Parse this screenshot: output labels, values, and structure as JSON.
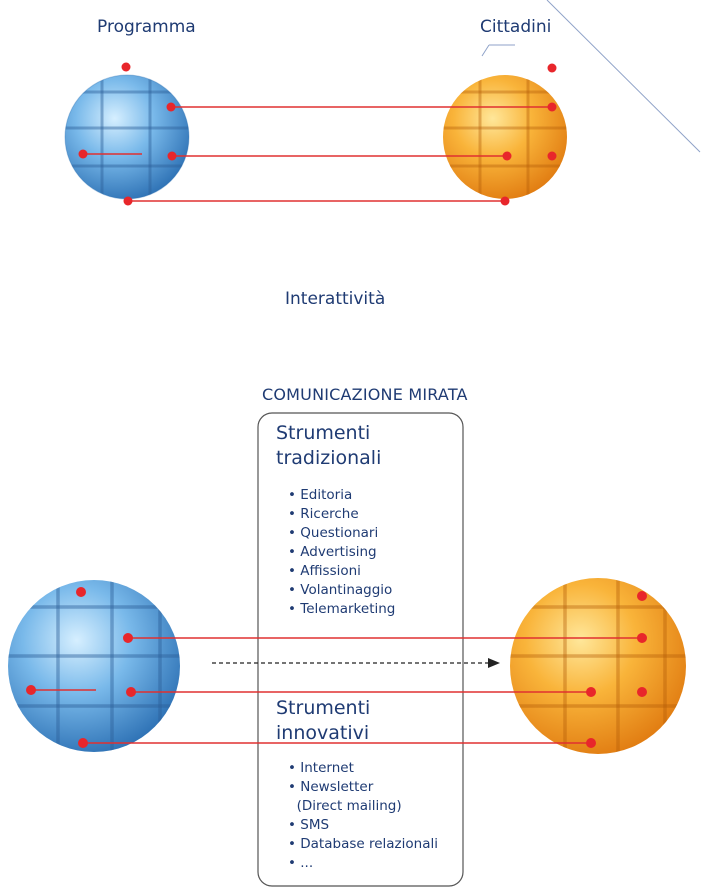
{
  "top": {
    "left_label": "Programma",
    "right_label": "Cittadini",
    "caption": "Interattività"
  },
  "bottom": {
    "heading": "COMUNICAZIONE MIRATA",
    "traditional": {
      "title_line1": "Strumenti",
      "title_line2": "tradizionali",
      "items": [
        "Editoria",
        "Ricerche",
        "Questionari",
        "Advertising",
        "Affissioni",
        "Volantinaggio",
        "Telemarketing"
      ]
    },
    "innovative": {
      "title_line1": "Strumenti",
      "title_line2": "innovativi",
      "items": [
        "Internet",
        "Newsletter",
        "(Direct mailing)",
        "SMS",
        "Database relazionali",
        "..."
      ]
    }
  },
  "colors": {
    "text": "#1f3b73",
    "connector": "#e03030",
    "dot": "#e8262b",
    "blue_sphere": "#3f87c9",
    "orange_sphere": "#f0961e"
  }
}
